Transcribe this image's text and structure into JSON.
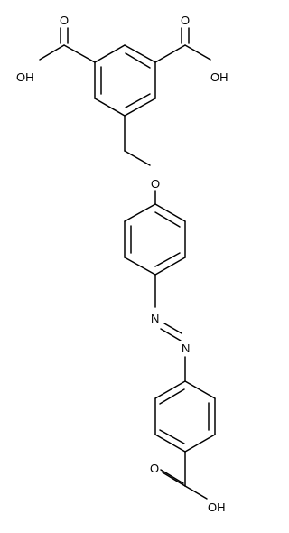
{
  "structure": {
    "labels": {
      "o_ca1_oh": "OH",
      "o_ca1_dbl": "O",
      "o_ca2_oh": "OH",
      "o_ca2_dbl": "O",
      "ether_o": "O",
      "azo_n1": "N",
      "azo_n2": "N",
      "o_ca3_dbl": "O",
      "o_ca3_oh": "OH"
    }
  },
  "colors": {
    "bond": "#000000",
    "label": "#000000",
    "background": "#ffffff"
  }
}
